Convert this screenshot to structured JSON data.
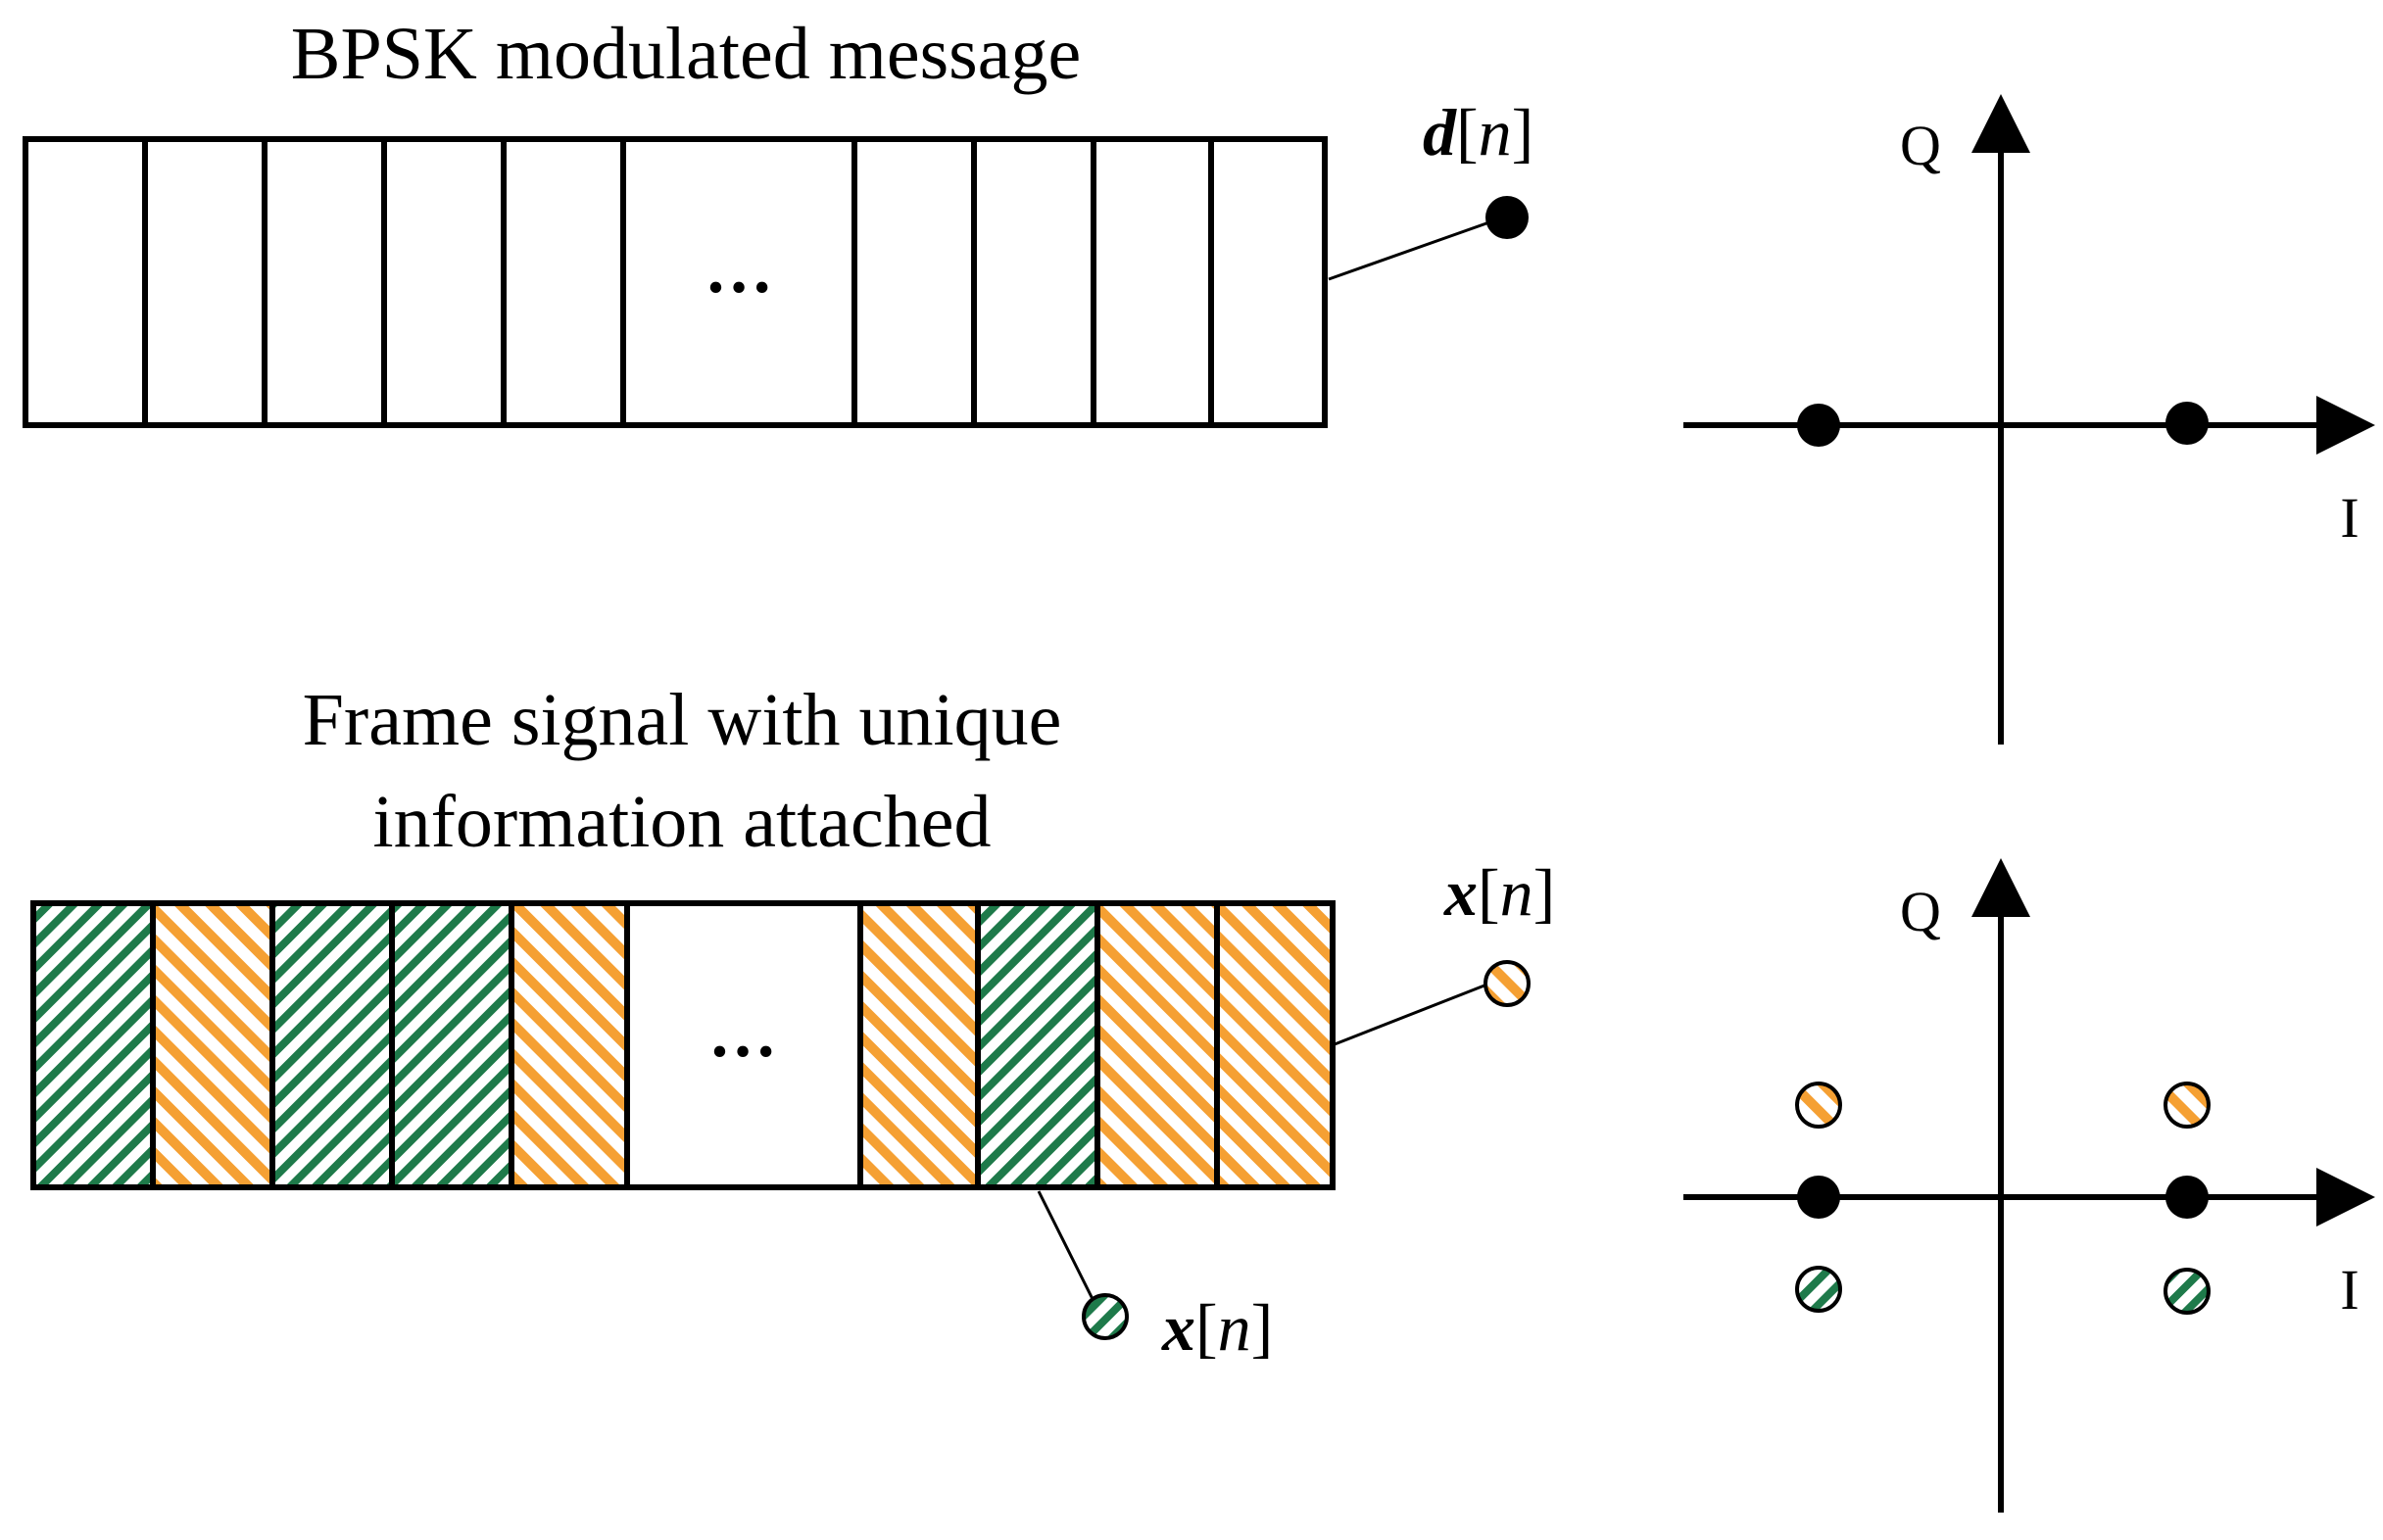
{
  "top": {
    "title": "BPSK modulated message",
    "ellipsis": "…",
    "label": {
      "symbol": "d",
      "open": "[",
      "index": "n",
      "close": "]"
    }
  },
  "bottom": {
    "title_line1": "Frame signal with unique",
    "title_line2": "information attached",
    "ellipsis": "…",
    "label_orange": {
      "symbol": "x",
      "open": "[",
      "index": "n",
      "close": "]"
    },
    "label_green": {
      "symbol": "x",
      "open": "[",
      "index": "n",
      "close": "]"
    },
    "cell_patterns": [
      "green",
      "orange",
      "green",
      "green",
      "orange",
      "blank",
      "orange",
      "green",
      "orange",
      "orange"
    ]
  },
  "constellation_top": {
    "q_label": "Q",
    "i_label": "I"
  },
  "constellation_bottom": {
    "q_label": "Q",
    "i_label": "I"
  },
  "colors": {
    "orange": "#f5a033",
    "green": "#1e7a4a",
    "stroke": "#000000"
  }
}
